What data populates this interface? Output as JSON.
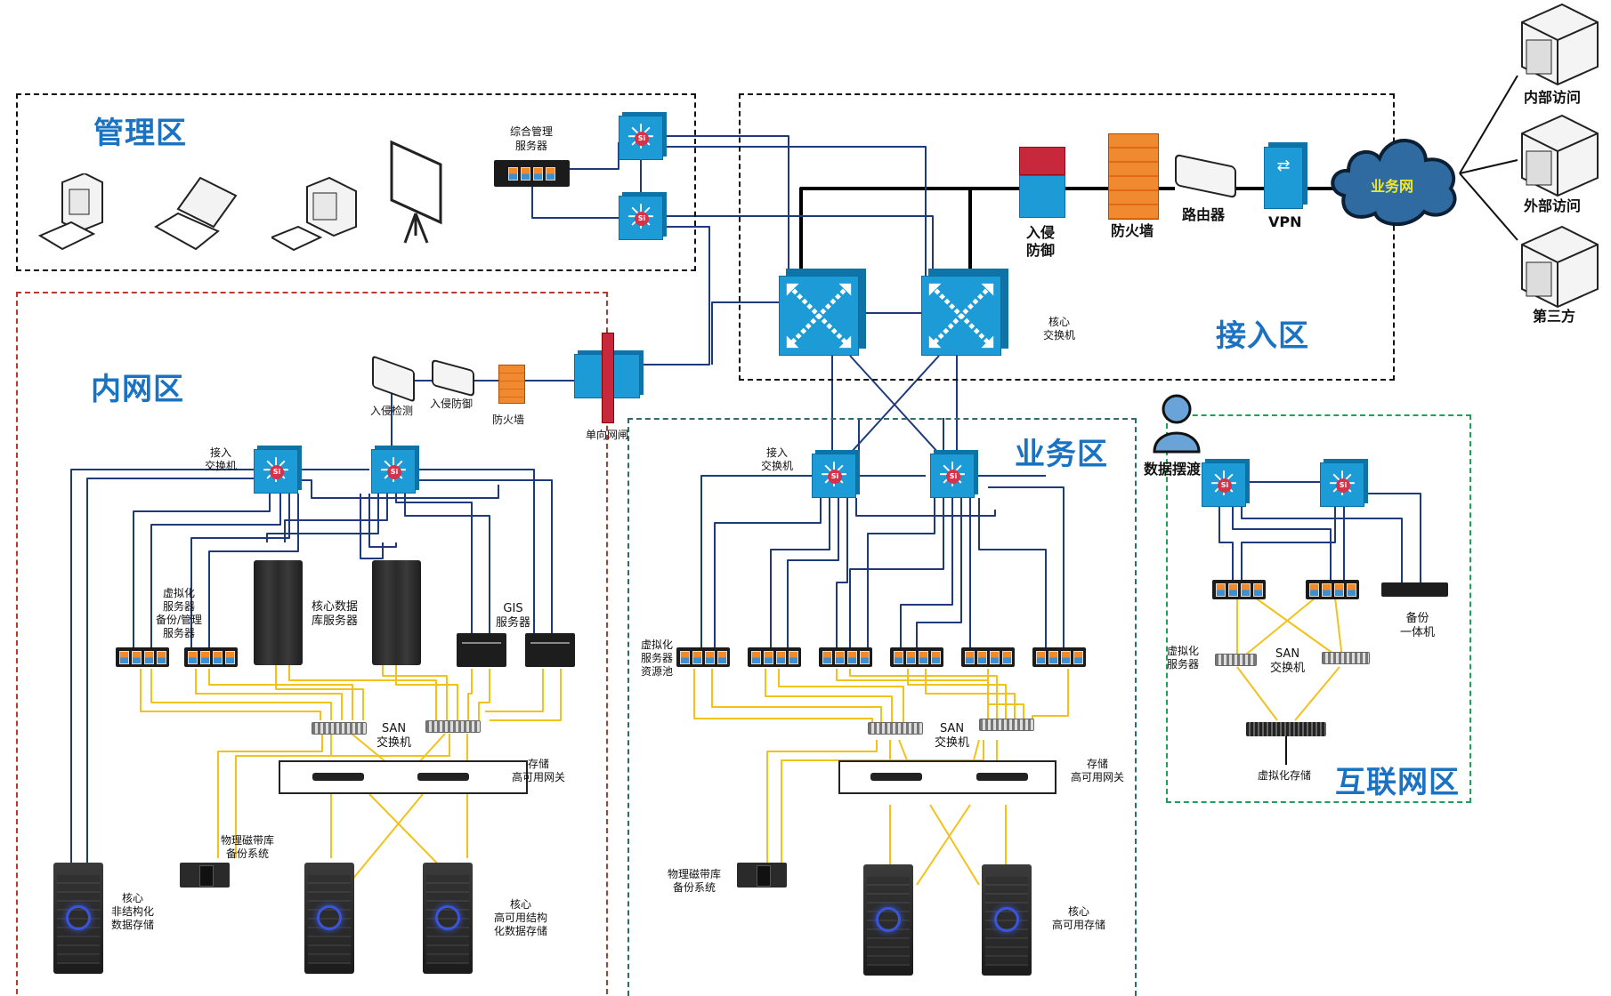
{
  "zones": {
    "management": {
      "title": "管理区",
      "border_color": "#111111"
    },
    "intranet": {
      "title": "内网区",
      "border_color": "#b8392e"
    },
    "access": {
      "title": "接入区",
      "border_color": "#111111"
    },
    "business": {
      "title": "业务区",
      "border_color": "#2e6b70"
    },
    "internet": {
      "title": "互联网区",
      "border_color": "#1fa05a"
    }
  },
  "colors": {
    "zone_title": "#1a73c2",
    "ethernet_link": "#1f3a7a",
    "fiber_link": "#f2c21b",
    "backbone_link": "#000000",
    "switch_blue": "#1d9bd7"
  },
  "management": {
    "devices": [
      "desktop-pc",
      "laptop",
      "workstation",
      "projector-screen"
    ],
    "server_label": "综合管理\n服务器"
  },
  "access_zone": {
    "ips_label": "入侵\n防御",
    "firewall_label": "防火墙",
    "router_label": "路由器",
    "vpn_label": "VPN",
    "cloud_label": "业务网",
    "core_switch_label": "核心\n交换机",
    "external": [
      {
        "label": "内部访问"
      },
      {
        "label": "外部访问"
      },
      {
        "label": "第三方"
      }
    ]
  },
  "intranet": {
    "ids_label": "入侵检测",
    "ips_label": "入侵防御",
    "firewall_label": "防火墙",
    "gap_label": "单向网闸",
    "access_switch_label": "接入\n交换机",
    "virt_server_label": "虚拟化\n服务器\n备份/管理\n服务器",
    "core_db_label": "核心数据\n库服务器",
    "gis_label": "GIS\n服务器",
    "san_label": "SAN\n交换机",
    "gateway_label": "存储\n高可用网关",
    "tape_label": "物理磁带库\n备份系统",
    "unstructured_label": "核心\n非结构化\n数据存储",
    "structured_label": "核心\n高可用结构\n化数据存储"
  },
  "business": {
    "access_switch_label": "接入\n交换机",
    "virt_pool_label": "虚拟化\n服务器\n资源池",
    "san_label": "SAN\n交换机",
    "gateway_label": "存储\n高可用网关",
    "tape_label": "物理磁带库\n备份系统",
    "storage_label": "核心\n高可用存储"
  },
  "internet": {
    "ferry_label": "数据摆渡",
    "virt_server_label": "虚拟化\n服务器",
    "san_label": "SAN\n交换机",
    "backup_label": "备份\n一体机",
    "storage_label": "虚拟化存储"
  }
}
